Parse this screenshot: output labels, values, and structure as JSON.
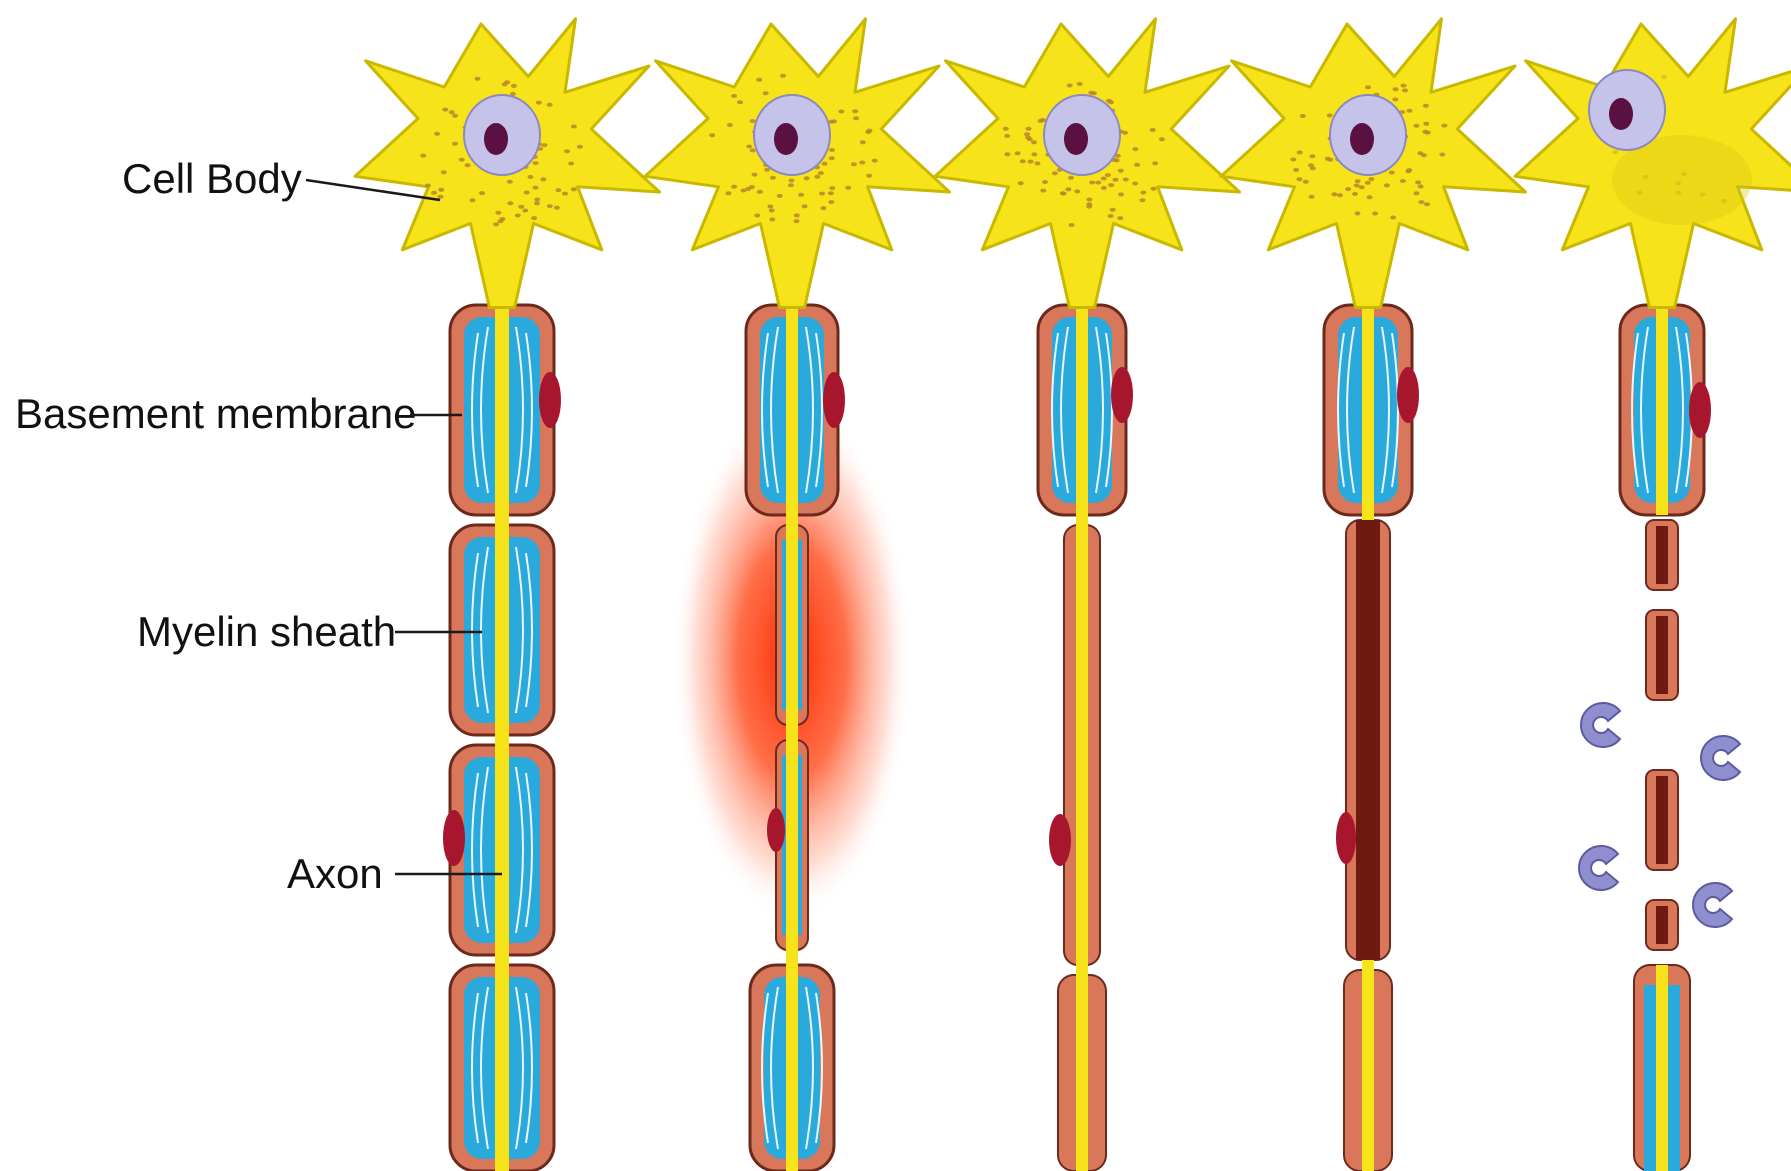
{
  "labels": {
    "cell_body": "Cell Body",
    "basement_membrane": "Basement membrane",
    "myelin_sheath": "Myelin sheath",
    "axon": "Axon"
  },
  "palette": {
    "cell_body": "#f7e31a",
    "cell_outline": "#c9b800",
    "granules": "#b8862a",
    "nucleus": "#c6c3ea",
    "nucleolus": "#5a1040",
    "membrane": "#d9775a",
    "membrane_outline": "#6b2a1c",
    "myelin": "#2aa9dd",
    "myelin_lines": "#e9f7ff",
    "axon": "#f7e31a",
    "schwann_nucleus": "#a8162e",
    "inflammation": "#ff2a00",
    "degenerated": "#6e1a10",
    "macrophage": "#8f8fd0"
  },
  "panels": [
    {
      "stage": "normal"
    },
    {
      "stage": "injury"
    },
    {
      "stage": "demyelination"
    },
    {
      "stage": "axon-degeneration"
    },
    {
      "stage": "phagocytosis"
    }
  ]
}
